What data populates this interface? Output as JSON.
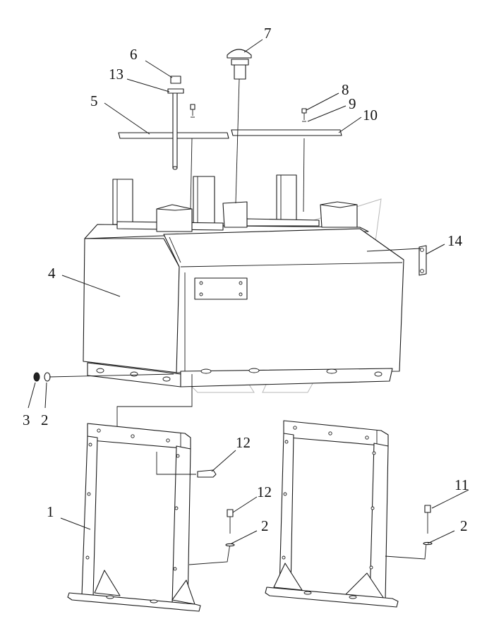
{
  "diagram": {
    "callouts": [
      {
        "id": "c1",
        "text": "1"
      },
      {
        "id": "c2a",
        "text": "2"
      },
      {
        "id": "c2b",
        "text": "2"
      },
      {
        "id": "c2c",
        "text": "2"
      },
      {
        "id": "c3",
        "text": "3"
      },
      {
        "id": "c4",
        "text": "4"
      },
      {
        "id": "c5",
        "text": "5"
      },
      {
        "id": "c6",
        "text": "6"
      },
      {
        "id": "c7",
        "text": "7"
      },
      {
        "id": "c8",
        "text": "8"
      },
      {
        "id": "c9",
        "text": "9"
      },
      {
        "id": "c10",
        "text": "10"
      },
      {
        "id": "c11",
        "text": "11"
      },
      {
        "id": "c12a",
        "text": "12"
      },
      {
        "id": "c12b",
        "text": "12"
      },
      {
        "id": "c13",
        "text": "13"
      },
      {
        "id": "c14",
        "text": "14"
      }
    ],
    "colors": {
      "line": "#1a1a1a",
      "watermark": "#b8b8b8",
      "background": "#ffffff"
    }
  }
}
